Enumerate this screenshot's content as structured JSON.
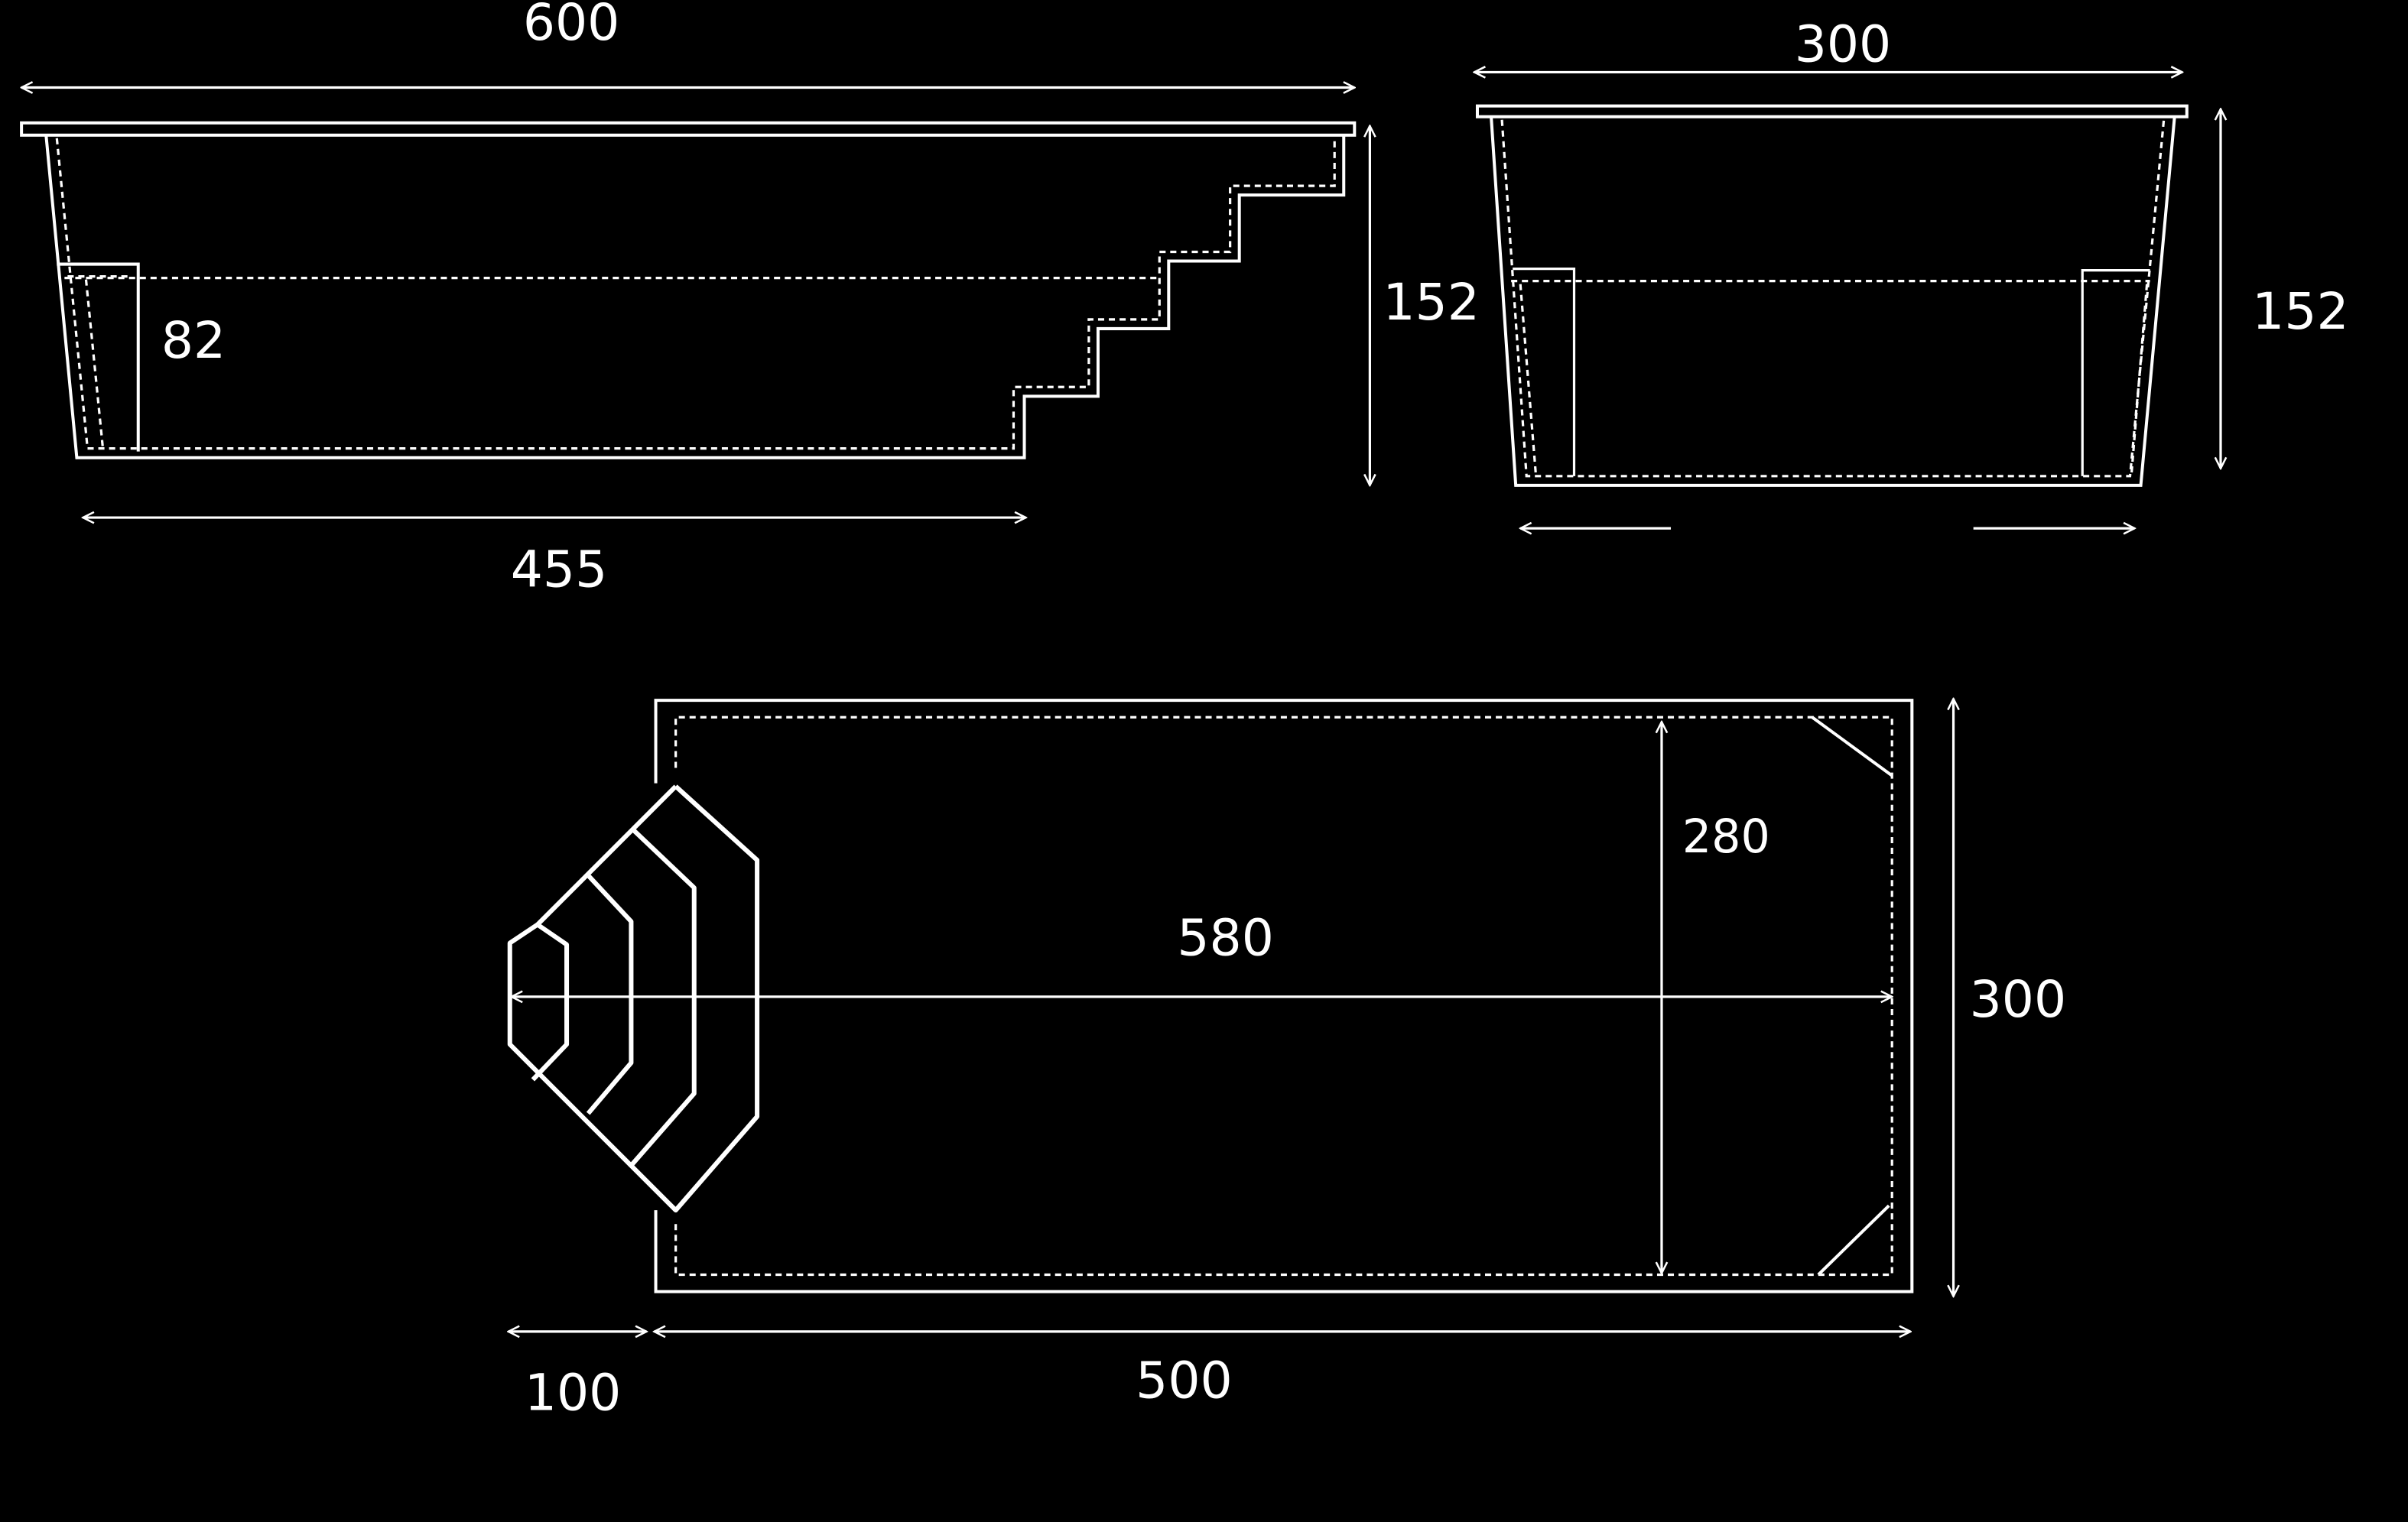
{
  "drawing": {
    "background_color": "#000000",
    "line_color": "#ffffff",
    "side_view": {
      "length_label": "600",
      "height_label": "152",
      "bottom_length_label": "455",
      "bench_height_label": "82"
    },
    "end_view": {
      "width_label": "300",
      "height_label": "152"
    },
    "plan_view": {
      "inner_length_label": "580",
      "inner_width_label": "280",
      "outer_width_label": "300",
      "steps_length_label": "100",
      "body_length_label": "500"
    }
  }
}
